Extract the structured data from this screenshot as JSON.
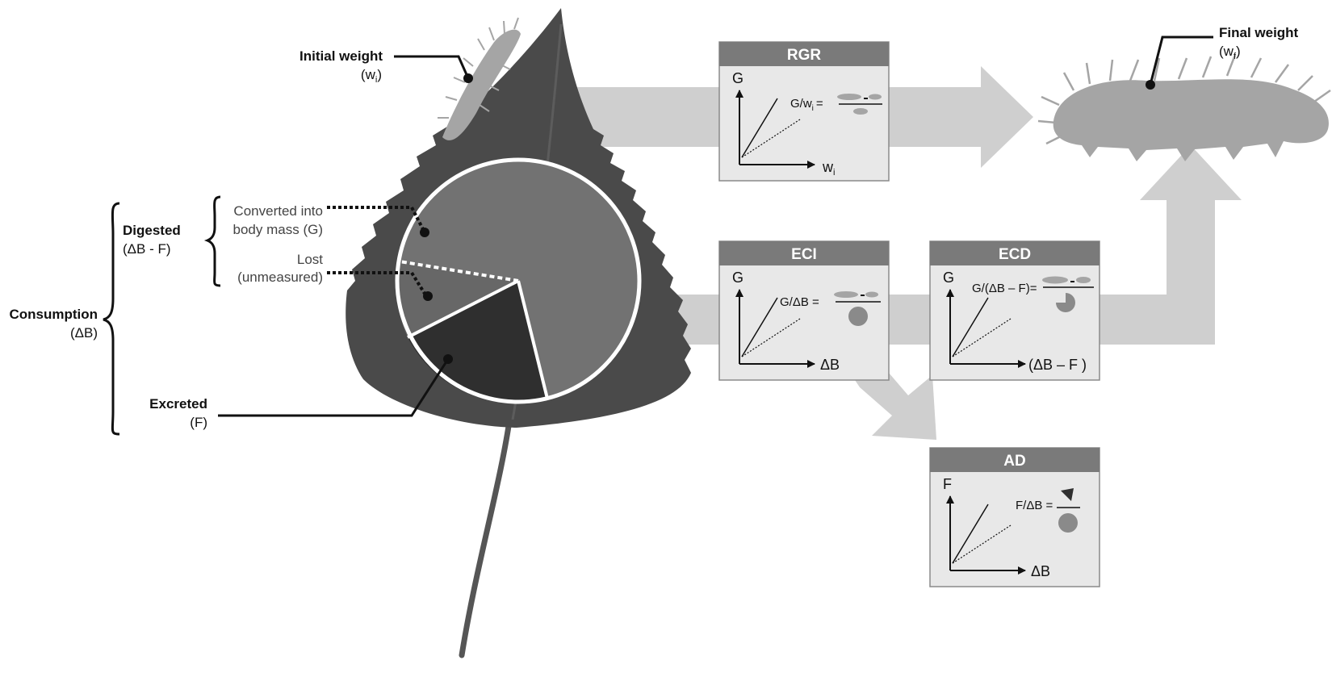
{
  "labels": {
    "initial_weight": "Initial weight",
    "initial_weight_sym": "(w",
    "initial_weight_sub": "i",
    "initial_weight_close": ")",
    "final_weight": "Final weight",
    "final_weight_sym": "(w",
    "final_weight_sub": "f",
    "final_weight_close": ")",
    "consumption": "Consumption",
    "consumption_sym": "(ΔB)",
    "digested": "Digested",
    "digested_sym": "(ΔB - F)",
    "converted_line1": "Converted into",
    "converted_line2": "body mass (G)",
    "lost_line1": "Lost",
    "lost_line2": "(unmeasured)",
    "excreted": "Excreted",
    "excreted_sym": "(F)"
  },
  "panels": {
    "rgr": {
      "title": "RGR",
      "y_axis": "G",
      "x_axis": "w",
      "x_axis_sub": "i",
      "formula": "G/w",
      "formula_sub": "i",
      "formula_eq": "="
    },
    "eci": {
      "title": "ECI",
      "y_axis": "G",
      "x_axis": "ΔB",
      "formula": "G/ΔB ="
    },
    "ecd": {
      "title": "ECD",
      "y_axis": "G",
      "x_axis": "(ΔB – F )",
      "formula": "G/(ΔB – F)="
    },
    "ad": {
      "title": "AD",
      "y_axis": "F",
      "x_axis": "ΔB",
      "formula": "F/ΔB ="
    }
  },
  "colors": {
    "panel_header": "#7a7a7a",
    "panel_body": "#e8e8e8",
    "flow_arrow": "#cfcfcf",
    "leaf": "#4a4a4a",
    "pie_converted": "#6e6e6e",
    "pie_lost": "#6a6a6a",
    "pie_excreted": "#2f2f2f",
    "caterpillar": "#a5a5a5"
  }
}
